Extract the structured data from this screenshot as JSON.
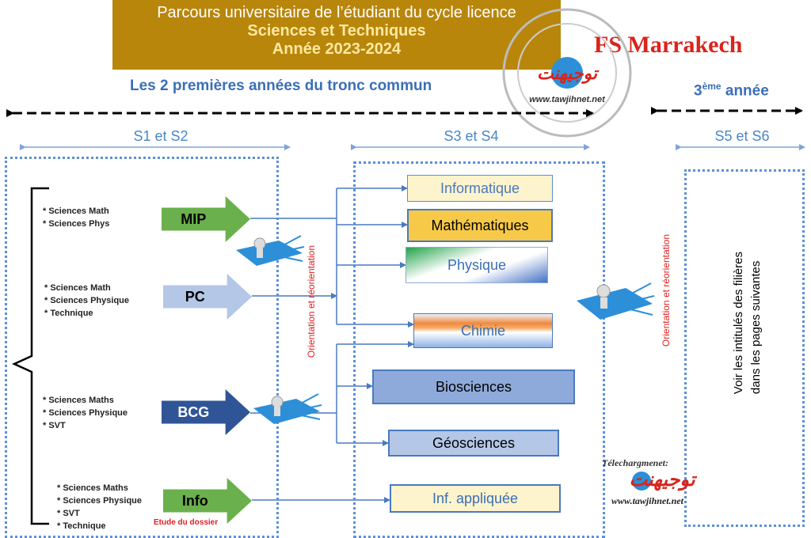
{
  "title": {
    "line1": "Parcours universitaire de l’étudiant du cycle licence",
    "line2": "Sciences et Techniques",
    "line3": "Année 2023-2024"
  },
  "institution": "FS Marrakech",
  "headers": {
    "tronc_commun": "Les 2 premières années du tronc commun",
    "third_year_num": "3",
    "third_year_sup": "ème",
    "third_year_word": " année"
  },
  "semesters": {
    "s1s2": "S1 et S2",
    "s3s4": "S3 et S4",
    "s5s6": "S5 et S6"
  },
  "entry_tracks": [
    {
      "label": "MIP",
      "requirements": [
        "* Sciences Math",
        "* Sciences Phys"
      ]
    },
    {
      "label": "PC",
      "requirements": [
        "* Sciences Math",
        "* Sciences Physique",
        "* Technique"
      ]
    },
    {
      "label": "BCG",
      "requirements": [
        "* Sciences Maths",
        "* Sciences Physique",
        "* SVT"
      ]
    },
    {
      "label": "Info",
      "requirements": [
        "* Sciences Maths",
        "* Sciences Physique",
        "* SVT",
        "* Technique"
      ]
    }
  ],
  "etude_dossier": "Etude du dossier",
  "orientation_label": "Orientation et réorientation",
  "specialties": [
    {
      "label": "Informatique"
    },
    {
      "label": "Mathématiques"
    },
    {
      "label": "Physique"
    },
    {
      "label": "Chimie"
    },
    {
      "label": "Biosciences"
    },
    {
      "label": "Géosciences"
    },
    {
      "label": "Inf. appliquée"
    }
  ],
  "s5s6_text": {
    "line1": "Voir les intitulés des filières",
    "line2": "dans les pages suivantes"
  },
  "watermark": {
    "arabic": "توجيهنت",
    "url": "www.tawjihnet.net",
    "download_label": "Télechargmenet:",
    "download_url": "www.tawjihnet.net"
  },
  "colors": {
    "title_bg": "#b8860b",
    "accent_blue": "#3b6fb6",
    "red": "#d9241c",
    "green_arrow": "#6ab04c",
    "light_blue_arrow": "#b4c7e7",
    "dark_blue_arrow": "#2f5597"
  }
}
